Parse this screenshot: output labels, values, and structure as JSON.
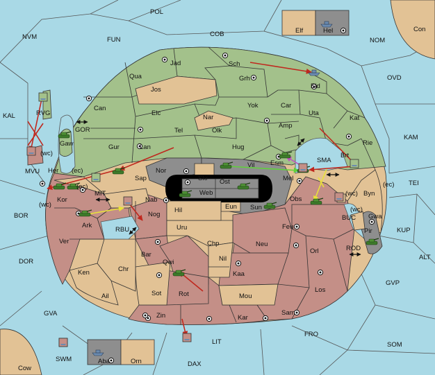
{
  "colors": {
    "sea": "#a9d9e6",
    "green": "#a3c18b",
    "tan": "#e2c295",
    "red": "#c48f87",
    "grey": "#8e8e8e",
    "move_arrow": "#c0281e",
    "support_arrow": "#e8e23a",
    "convoy_arrow": "#5fd23a",
    "retreat_arrow": "#c050c0"
  },
  "icons": {
    "supply_center": "circle-dot-icon",
    "army": "tank-icon",
    "fleet": "ship-icon",
    "canal": "double-arrow-icon"
  },
  "sea_labels": {
    "pol": "POL",
    "nvm": "NVM",
    "fun": "FUN",
    "cob": "COB",
    "nom": "NOM",
    "ovd": "OVD",
    "kal": "KAL",
    "kam": "KAM",
    "tei": "TEI",
    "bor": "BOR",
    "dor": "DOR",
    "kup": "KUP",
    "alt": "ALT",
    "gvp": "GVP",
    "gva": "GVA",
    "fro": "FRO",
    "som": "SOM",
    "lit": "LIT",
    "dax": "DAX",
    "swm": "SWM",
    "gor": "GOR",
    "mit": "MIT",
    "rbu": "RBU",
    "sma": "SMA",
    "buc": "BUC",
    "rod": "ROD"
  },
  "land_labels": {
    "con": "Con",
    "cow": "Cow",
    "elf": "Elf",
    "hel": "Hel",
    "aba": "Aba",
    "orn": "Orn",
    "rvg": "RVG",
    "mvu": "MVU",
    "gaw": "Gaw",
    "pir": "Pir",
    "gwa": "Gwa",
    "byn": "Byn",
    "jad": "Jad",
    "sch": "Sch",
    "qua": "Qua",
    "jos": "Jos",
    "grh": "Grh",
    "eld": "Eld",
    "can": "Can",
    "elc": "Elc",
    "nar": "Nar",
    "yok": "Yok",
    "car": "Car",
    "uta": "Uta",
    "kat": "Kat",
    "amp": "Amp",
    "tel": "Tel",
    "olk": "Olk",
    "gur": "Gur",
    "lan": "Lan",
    "hug": "Hug",
    "rie": "Rie",
    "brt": "Brt",
    "esm": "Esm",
    "vil": "Vil",
    "nor": "Nor",
    "skr": "Skr",
    "ost": "Ost",
    "web": "Web",
    "mel": "Mel",
    "her": "Her",
    "sap": "Sap",
    "kor": "Kor",
    "nab": "Nab",
    "eun": "Eun",
    "sun": "Sun",
    "obs": "Obs",
    "hil": "Hil",
    "ark": "Ark",
    "nog": "Nog",
    "uru": "Uru",
    "feu": "Feu",
    "ver": "Ver",
    "chp": "Chp",
    "neu": "Neu",
    "orl": "Orl",
    "bar": "Bar",
    "nil": "Nil",
    "qwi": "Qwi",
    "ken": "Ken",
    "chr": "Chr",
    "kaa": "Kaa",
    "ail": "Ail",
    "sot": "Sot",
    "rot": "Rot",
    "mou": "Mou",
    "los": "Los",
    "sam": "Sam",
    "zin": "Zin",
    "kar": "Kar"
  },
  "coast_labels": {
    "ec1": "(ec)",
    "ec2": "(ec)",
    "ec3": "(ec)",
    "wc1": "(wc)",
    "wc2": "(wc)",
    "wc3": "(wc)",
    "wc4": "(wc)"
  }
}
